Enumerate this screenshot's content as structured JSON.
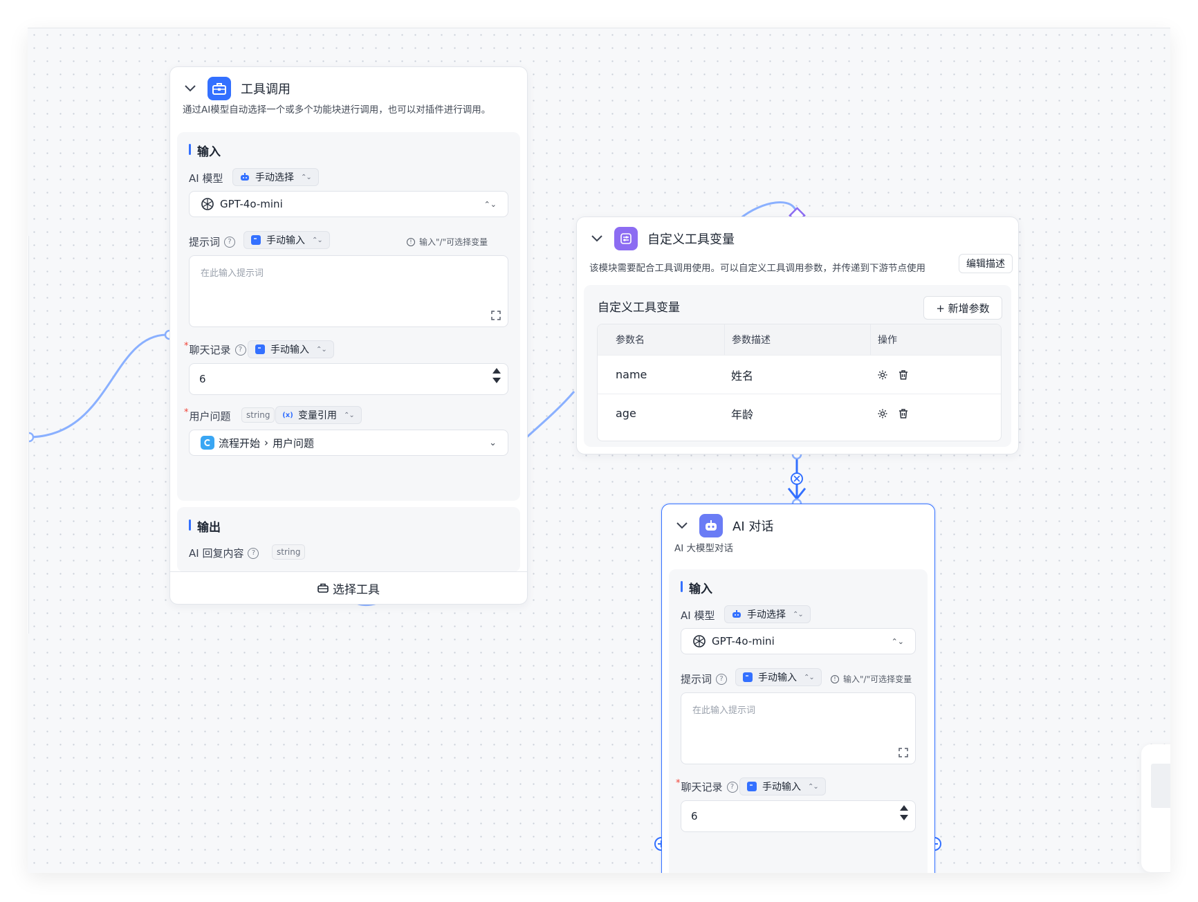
{
  "colors": {
    "accent": "#3370ff",
    "edge": "#8ab0ff",
    "tool_icon": "#3370ff",
    "custom_icon": "#8c6cf2",
    "ai_icon": "#6a7cf5"
  },
  "tool_node": {
    "title": "工具调用",
    "description": "通过AI模型自动选择一个或多个功能块进行调用，也可以对插件进行调用。",
    "input_section": "输入",
    "model_label": "AI 模型",
    "model_mode": "手动选择",
    "model_value": "GPT-4o-mini",
    "prompt_label": "提示词",
    "prompt_mode": "手动输入",
    "prompt_hint": "输入\"/\"可选择变量",
    "prompt_placeholder": "在此输入提示词",
    "history_label": "聊天记录",
    "history_mode": "手动输入",
    "history_value": "6",
    "question_label": "用户问题",
    "question_type": "string",
    "question_mode": "变量引用",
    "question_source": "流程开始",
    "question_target": "用户问题",
    "output_section": "输出",
    "output_label": "AI 回复内容",
    "output_type": "string",
    "select_tool": "选择工具"
  },
  "custom_node": {
    "title": "自定义工具变量",
    "description": "该模块需要配合工具调用使用。可以自定义工具调用参数，并传递到下游节点使用",
    "edit_desc": "编辑描述",
    "section_title": "自定义工具变量",
    "add_param": "+ 新增参数",
    "columns": [
      "参数名",
      "参数描述",
      "操作"
    ],
    "rows": [
      {
        "name": "name",
        "desc": "姓名"
      },
      {
        "name": "age",
        "desc": "年龄"
      }
    ]
  },
  "ai_node": {
    "title": "AI 对话",
    "description": "AI 大模型对话",
    "input_section": "输入",
    "model_label": "AI 模型",
    "model_mode": "手动选择",
    "model_value": "GPT-4o-mini",
    "prompt_label": "提示词",
    "prompt_mode": "手动输入",
    "prompt_hint": "输入\"/\"可选择变量",
    "prompt_placeholder": "在此输入提示词",
    "history_label": "聊天记录",
    "history_mode": "手动输入",
    "history_value": "6"
  }
}
